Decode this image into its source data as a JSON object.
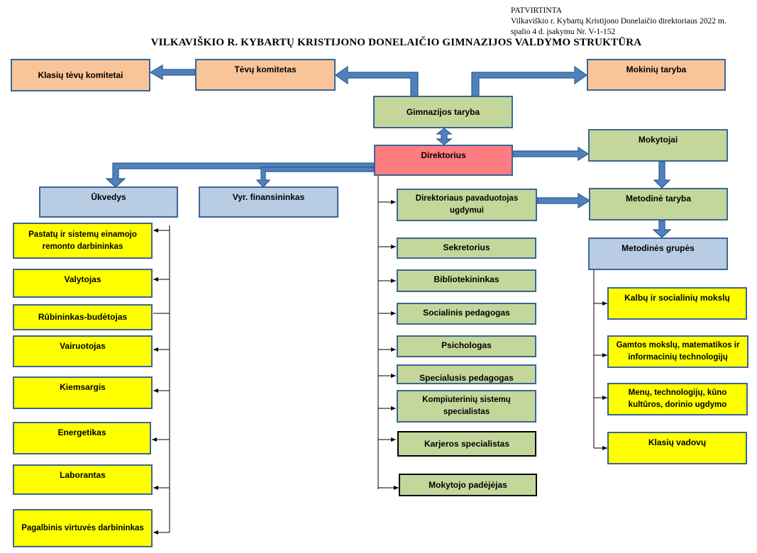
{
  "approval": {
    "line1": "PATVIRTINTA",
    "line2": "Vilkaviškio r. Kybartų Kristijono Donelaičio direktoriaus 2022 m.",
    "line3": "spalio 4 d. įsakymu Nr. V-1-152"
  },
  "title": "VILKAVIŠKIO R. KYBARTŲ KRISTIJONO DONELAIČIO GIMNAZIJOS VALDYMO STRUKTŪRA",
  "colors": {
    "orange": "#f9c598",
    "green": "#c4d79b",
    "red": "#ff7c80",
    "blue": "#b8cce4",
    "yellow": "#ffff00",
    "arrow": "#4f81bd"
  },
  "nodes": {
    "klasiu_tevu_komitetai": "Klasių tėvų komitetai",
    "tevu_komitetas": "Tėvų komitetas",
    "mokiniu_taryba": "Mokinių taryba",
    "gimnazijos_taryba": "Gimnazijos taryba",
    "direktorius": "Direktorius",
    "mokytojai": "Mokytojai",
    "ukvedys": "Ūkvedys",
    "vyr_finansininkas": "Vyr. finansininkas",
    "pavaduotojas": "Direktoriaus pavaduotojas ugdymui",
    "metodine_taryba": "Metodinė taryba",
    "metodines_grupes": "Metodinės grupės"
  },
  "ukvedys_staff": [
    "Pastatų ir sistemų einamojo remonto darbininkas",
    "Valytojas",
    "Rūbininkas-budėtojas",
    "Vairuotojas",
    "Kiemsargis",
    "Energetikas",
    "Laborantas",
    "Pagalbinis virtuvės darbininkas"
  ],
  "director_staff": [
    "Sekretorius",
    "Bibliotekininkas",
    "Socialinis pedagogas",
    "Psichologas",
    "Specialusis pedagogas",
    "Kompiuterinių sistemų specialistas",
    "Karjeros specialistas",
    "Mokytojo padėjėjas"
  ],
  "method_groups": [
    "Kalbų ir socialinių mokslų",
    "Gamtos mokslų, matematikos ir informacinių technologijų",
    "Menų, technologijų, kūno kultūros, dorinio ugdymo",
    "Klasių vadovų"
  ]
}
